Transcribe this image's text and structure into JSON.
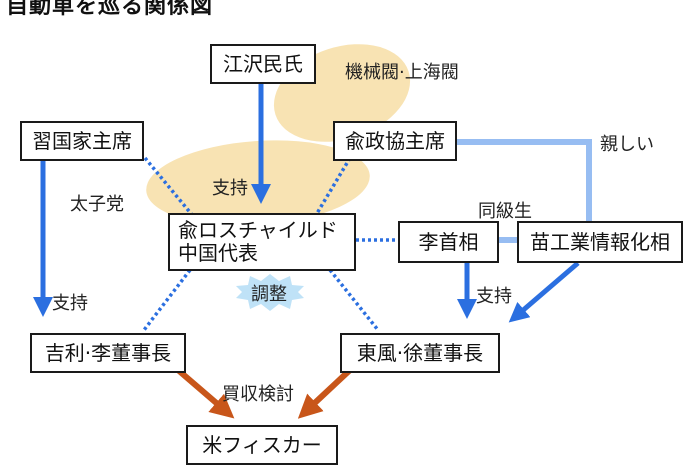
{
  "title": "自動車を巡る関係図",
  "colors": {
    "support_arrow": "#2b6fe0",
    "relation_line": "#97bdf2",
    "dotted_link": "#2b6fe0",
    "acquisition_arrow": "#c8561a",
    "blob": "#f6d99a",
    "burst": "#bfe2f7"
  },
  "nodes": {
    "jiang_zemin": "江沢民氏",
    "xi_jinping": "習国家主席",
    "yu_zhengsheng": "兪政協主席",
    "yu_rothschild_line1": "兪ロスチャイルド",
    "yu_rothschild_line2": "中国代表",
    "li_premier": "李首相",
    "miao_minister": "苗工業情報化相",
    "geely_chairman": "吉利·李董事長",
    "dongfeng_chairman": "東風·徐董事長",
    "fisker": "米フィスカー"
  },
  "labels": {
    "jiang_faction": "機械閥·上海閥",
    "princelings": "太子党",
    "close": "親しい",
    "classmates": "同級生",
    "support_1": "支持",
    "support_2": "支持",
    "support_3": "支持",
    "coordination": "調整",
    "acquisition_review": "買収検討"
  }
}
